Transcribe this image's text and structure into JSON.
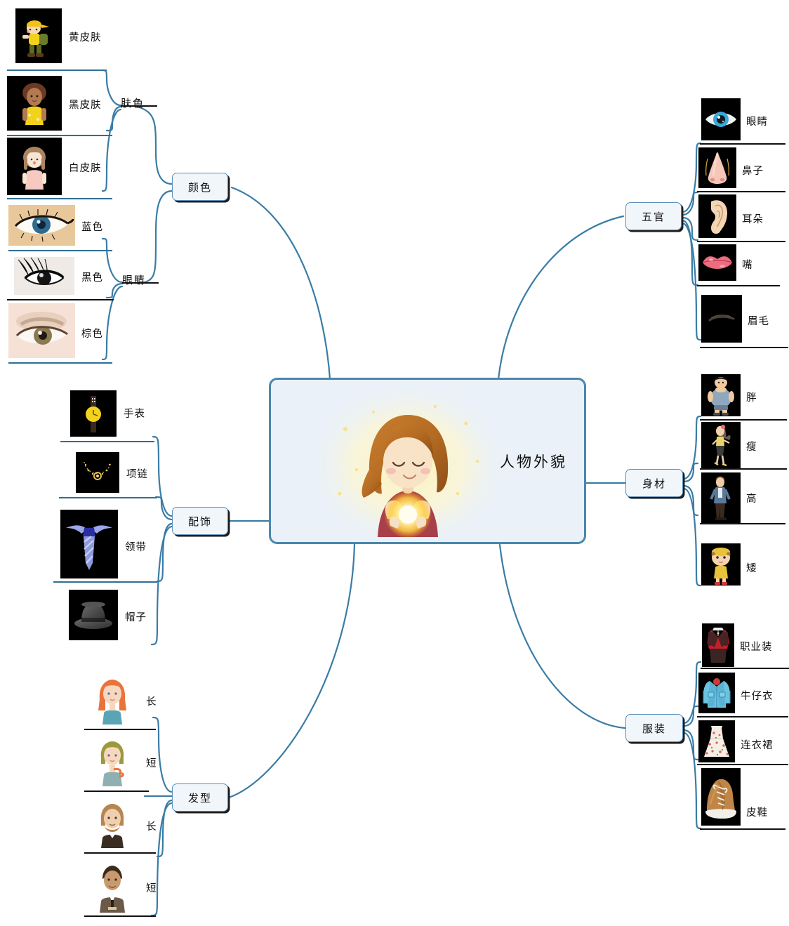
{
  "title": "人物外貌",
  "colors": {
    "branch_line": "#3a7ca5",
    "node_border": "#5b8fb9",
    "node_fill": "#f1f6fb",
    "center_border": "#4a87ad",
    "center_fill": "#eaf1f8",
    "rule": "#2f6f93",
    "rule_dark": "#111111"
  },
  "center": {
    "label": "人物外貌",
    "art_name": "girl-holding-glowing-orb-illustration"
  },
  "branches": [
    {
      "id": "color",
      "label": "颜色",
      "side": "left",
      "subgroups": [
        {
          "id": "skin",
          "label": "肤色",
          "type": "text",
          "leaves": [
            {
              "label": "黄皮肤",
              "icon": "child-yellow-skin-icon",
              "bg": "dark"
            },
            {
              "label": "黑皮肤",
              "icon": "woman-dark-skin-icon",
              "bg": "dark"
            },
            {
              "label": "白皮肤",
              "icon": "girl-light-skin-icon",
              "bg": "dark"
            }
          ]
        },
        {
          "id": "eyes-color",
          "label": "眼睛",
          "type": "text",
          "leaves": [
            {
              "label": "蓝色",
              "icon": "blue-eye-photo-icon",
              "bg": "light"
            },
            {
              "label": "黑色",
              "icon": "black-eye-photo-icon",
              "bg": "light"
            },
            {
              "label": "棕色",
              "icon": "brown-eye-photo-icon",
              "bg": "light"
            }
          ]
        }
      ]
    },
    {
      "id": "accessories",
      "label": "配饰",
      "side": "left",
      "leaves": [
        {
          "label": "手表",
          "icon": "wristwatch-icon",
          "bg": "dark"
        },
        {
          "label": "项链",
          "icon": "necklace-icon",
          "bg": "dark"
        },
        {
          "label": "领带",
          "icon": "necktie-icon",
          "bg": "dark"
        },
        {
          "label": "帽子",
          "icon": "fedora-hat-icon",
          "bg": "dark"
        }
      ]
    },
    {
      "id": "hairstyle",
      "label": "发型",
      "side": "left",
      "leaves": [
        {
          "label": "长",
          "icon": "woman-long-hair-icon",
          "bg": "light"
        },
        {
          "label": "短",
          "icon": "woman-short-hair-icon",
          "bg": "light"
        },
        {
          "label": "长",
          "icon": "man-long-hair-beard-icon",
          "bg": "light"
        },
        {
          "label": "短",
          "icon": "man-short-hair-suit-icon",
          "bg": "light"
        }
      ]
    },
    {
      "id": "facial-features",
      "label": "五官",
      "side": "right",
      "leaves": [
        {
          "label": "眼睛",
          "icon": "eye-icon",
          "bg": "dark"
        },
        {
          "label": "鼻子",
          "icon": "nose-icon",
          "bg": "dark"
        },
        {
          "label": "耳朵",
          "icon": "ear-icon",
          "bg": "dark"
        },
        {
          "label": "嘴",
          "icon": "lips-icon",
          "bg": "dark"
        },
        {
          "label": "眉毛",
          "icon": "eyebrow-icon",
          "bg": "dark"
        }
      ]
    },
    {
      "id": "figure",
      "label": "身材",
      "side": "right",
      "leaves": [
        {
          "label": "胖",
          "icon": "fat-person-icon",
          "bg": "dark"
        },
        {
          "label": "瘦",
          "icon": "thin-woman-icon",
          "bg": "dark"
        },
        {
          "label": "高",
          "icon": "tall-man-icon",
          "bg": "dark"
        },
        {
          "label": "矮",
          "icon": "short-child-icon",
          "bg": "dark"
        }
      ]
    },
    {
      "id": "clothing",
      "label": "服装",
      "side": "right",
      "leaves": [
        {
          "label": "职业装",
          "icon": "business-suit-icon",
          "bg": "dark"
        },
        {
          "label": "牛仔衣",
          "icon": "denim-jacket-icon",
          "bg": "dark"
        },
        {
          "label": "连衣裙",
          "icon": "floral-dress-icon",
          "bg": "dark"
        },
        {
          "label": "皮鞋",
          "icon": "leather-shoe-icon",
          "bg": "dark"
        }
      ]
    }
  ]
}
